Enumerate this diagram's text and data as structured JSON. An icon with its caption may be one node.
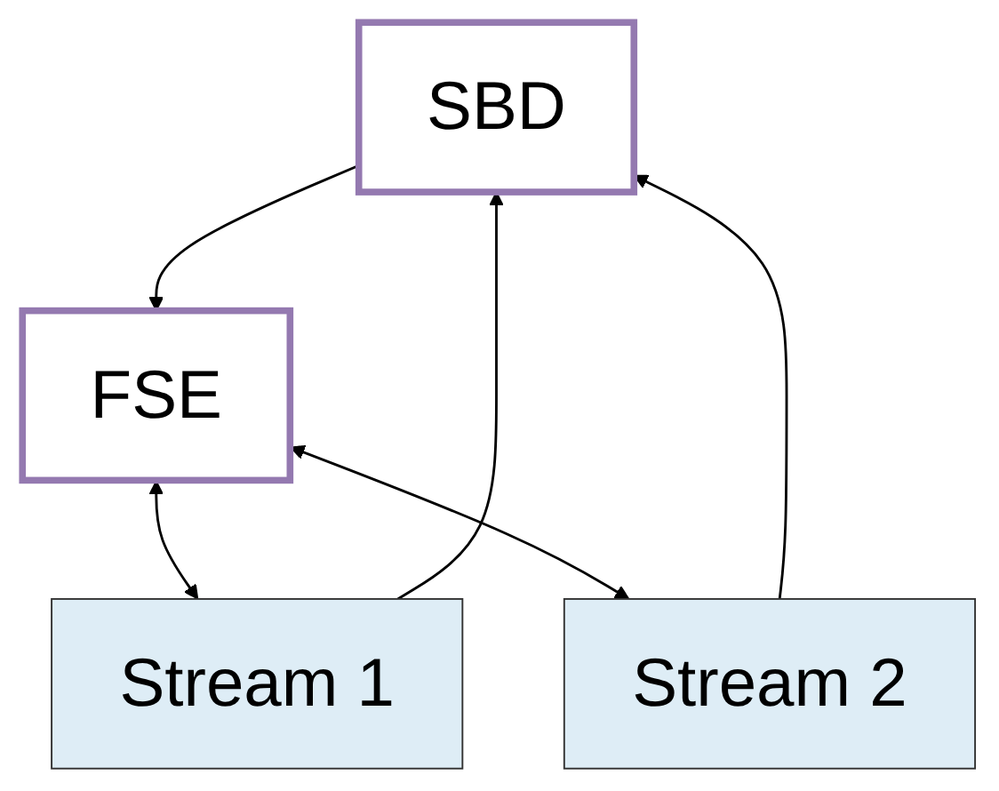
{
  "diagram": {
    "nodes": [
      {
        "text": [
          "SBD"
        ]
      },
      {
        "text": [
          "FSE"
        ]
      },
      {
        "text": [
          "Stream 1"
        ]
      },
      {
        "text": [
          "Stream 2"
        ]
      }
    ],
    "edges": [
      {
        "from": 0,
        "to": 1,
        "arrow": "to"
      },
      {
        "from": 2,
        "to": 0,
        "arrow": "to"
      },
      {
        "from": 3,
        "to": 0,
        "arrow": "to"
      },
      {
        "from": 1,
        "to": 2,
        "arrow": "both"
      },
      {
        "from": 1,
        "to": 3,
        "arrow": "both"
      }
    ]
  }
}
